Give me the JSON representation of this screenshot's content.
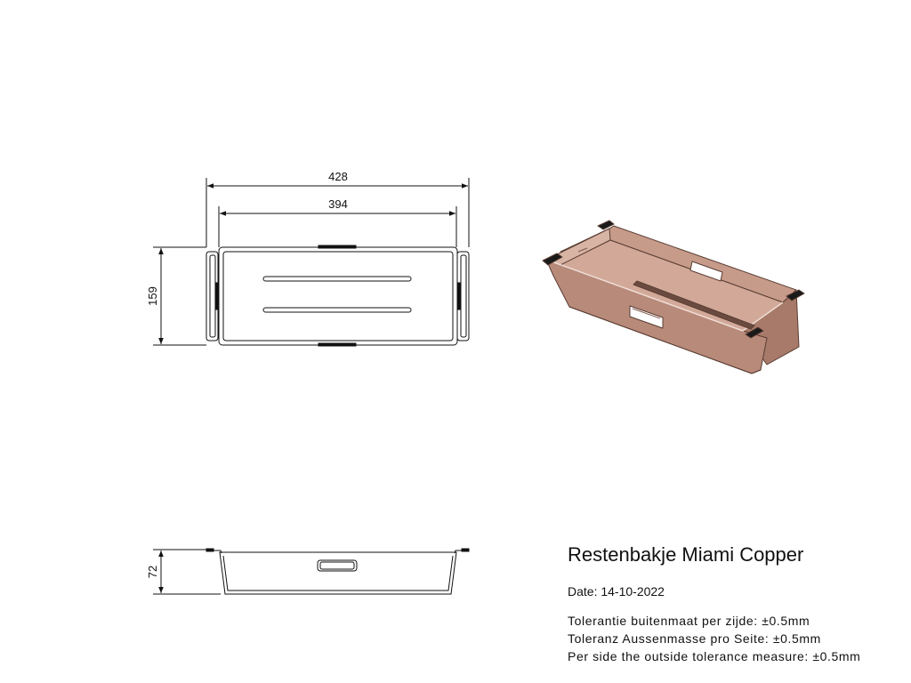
{
  "title": "Restenbakje Miami Copper",
  "date": "Date: 14-10-2022",
  "tolerances": [
    "Tolerantie buitenmaat per zijde: ±0.5mm",
    "Toleranz Aussenmasse pro Seite: ±0.5mm",
    "Per side the outside tolerance measure: ±0.5mm"
  ],
  "dimensions": {
    "overall_width": "428",
    "inner_width": "394",
    "depth": "159",
    "height": "72"
  },
  "colors": {
    "copper": "#b88a7a",
    "copper_dark": "#8c6557",
    "copper_light": "#d8b4a5",
    "line": "#111111"
  }
}
